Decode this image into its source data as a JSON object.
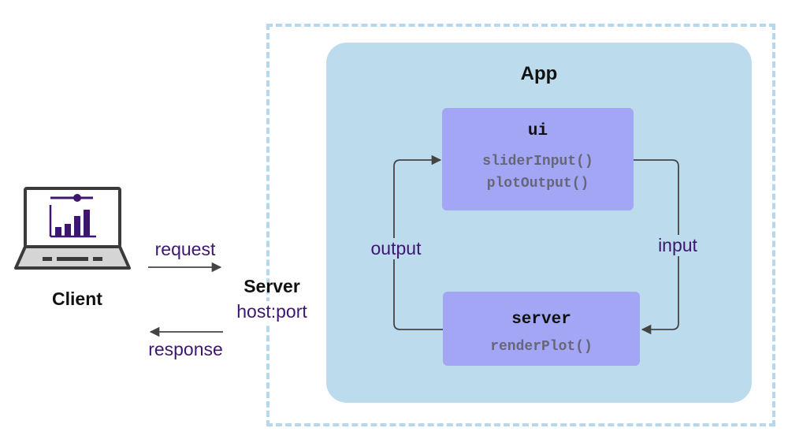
{
  "app": {
    "title": "App"
  },
  "ui": {
    "title": "ui",
    "functions": [
      "sliderInput()",
      "plotOutput()"
    ]
  },
  "server_component": {
    "title": "server",
    "functions": [
      "renderPlot()"
    ]
  },
  "loop": {
    "output_label": "output",
    "input_label": "input"
  },
  "client": {
    "label": "Client",
    "icon": "laptop-chart-icon"
  },
  "server": {
    "label": "Server",
    "address": "host:port"
  },
  "flow": {
    "request_label": "request",
    "response_label": "response"
  },
  "colors": {
    "server_frame": "#b5d8ee",
    "app_panel": "#bcdcee",
    "node": "#a3a6f5",
    "accent_text": "#3d1670",
    "arrow": "#444444"
  }
}
